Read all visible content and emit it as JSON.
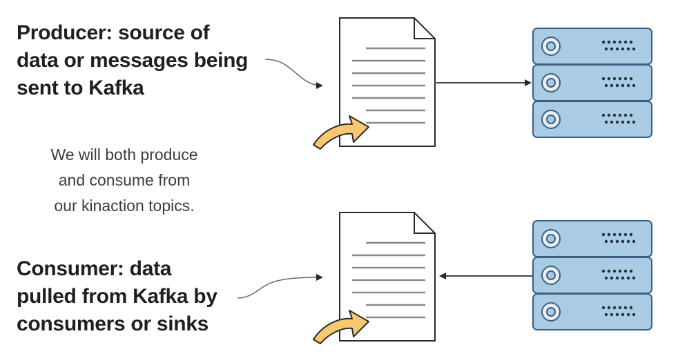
{
  "producer": {
    "lines": [
      "Producer: source of",
      "data or messages being",
      "sent to Kafka"
    ]
  },
  "note": {
    "lines": [
      "We will both produce",
      "and consume from",
      "our kinaction topics."
    ]
  },
  "consumer": {
    "lines": [
      "Consumer: data",
      "pulled from Kafka by",
      "consumers or sinks"
    ]
  },
  "colors": {
    "server_fill": "#a9cbe4",
    "server_stroke": "#3a5f80",
    "arrow_fill": "#f6c870",
    "arrow_stroke": "#2a2a2a",
    "text": "#1f1f1f"
  },
  "icons": {
    "document": "document-icon",
    "server": "server-rack-icon",
    "curved_arrow": "curved-arrow-icon"
  }
}
